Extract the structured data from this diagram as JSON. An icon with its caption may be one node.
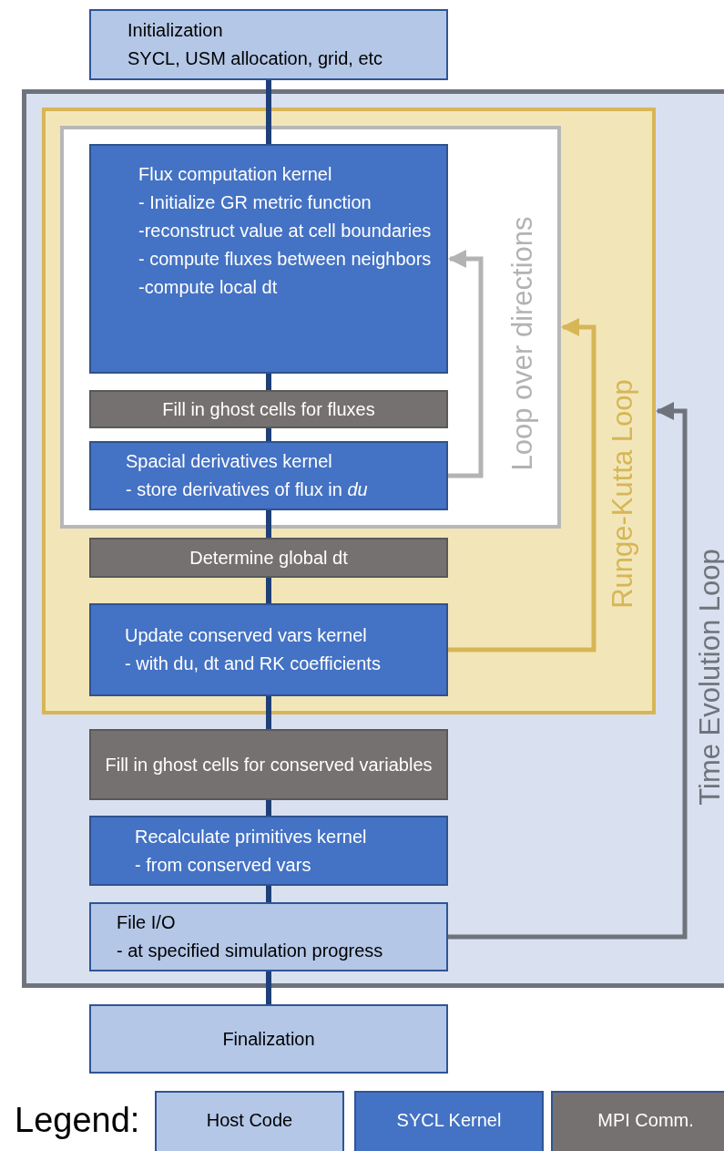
{
  "diagram": {
    "nodes": [
      {
        "text": [
          "Initialization",
          "SYCL, USM allocation, grid, etc"
        ]
      },
      {
        "text": [
          "Time Evolution Loop"
        ]
      },
      {
        "text": [
          "Runge-Kutta Loop"
        ],
        "in": 1
      },
      {
        "text": [
          "Loop over directions"
        ],
        "in": 2
      },
      {
        "text": [
          "Flux computation kernel",
          "- Initialize GR metric function",
          "-reconstruct value at cell boundaries",
          "- compute fluxes between neighbors",
          "-compute local dt"
        ],
        "in": 3
      },
      {
        "text": [
          "Fill in ghost cells for fluxes"
        ],
        "in": 3
      },
      {
        "text": [
          "Spacial derivatives kernel",
          "- store derivatives of flux in *du*"
        ],
        "in": 3
      },
      {
        "text": [
          "Determine global dt"
        ],
        "in": 2
      },
      {
        "text": [
          "Update conserved vars kernel",
          "- with du, dt and RK coefficients"
        ],
        "in": 2
      },
      {
        "text": [
          "Fill in ghost cells for conserved variables"
        ],
        "in": 1
      },
      {
        "text": [
          "Recalculate primitives kernel",
          "- from conserved vars"
        ],
        "in": 1
      },
      {
        "text": [
          "File I/O",
          "- at specified simulation progress"
        ],
        "in": 1
      },
      {
        "text": [
          "Finalization"
        ]
      }
    ],
    "edges": [
      {
        "from": 0,
        "to": 4,
        "arrow": "none"
      },
      {
        "from": 4,
        "to": 5,
        "arrow": "none"
      },
      {
        "from": 5,
        "to": 6,
        "arrow": "none"
      },
      {
        "from": 6,
        "to": 7,
        "arrow": "none"
      },
      {
        "from": 7,
        "to": 8,
        "arrow": "none"
      },
      {
        "from": 8,
        "to": 9,
        "arrow": "none"
      },
      {
        "from": 9,
        "to": 10,
        "arrow": "none"
      },
      {
        "from": 10,
        "to": 11,
        "arrow": "none"
      },
      {
        "from": 11,
        "to": 12,
        "arrow": "none"
      },
      {
        "from": 6,
        "to": 4,
        "arrow": "to",
        "color": "#b3b3b3"
      },
      {
        "from": 8,
        "to": 3,
        "arrow": "to",
        "color": "#d6b656"
      },
      {
        "from": 11,
        "to": 2,
        "arrow": "to",
        "color": "#6f747c"
      }
    ],
    "labels": [
      "Legend:"
    ],
    "legend": [
      {
        "text": "Host Code",
        "color": "#b4c7e7"
      },
      {
        "text": "SYCL Kernel",
        "color": "#4472c4"
      },
      {
        "text": "MPI Comm.",
        "color": "#767171"
      }
    ]
  }
}
